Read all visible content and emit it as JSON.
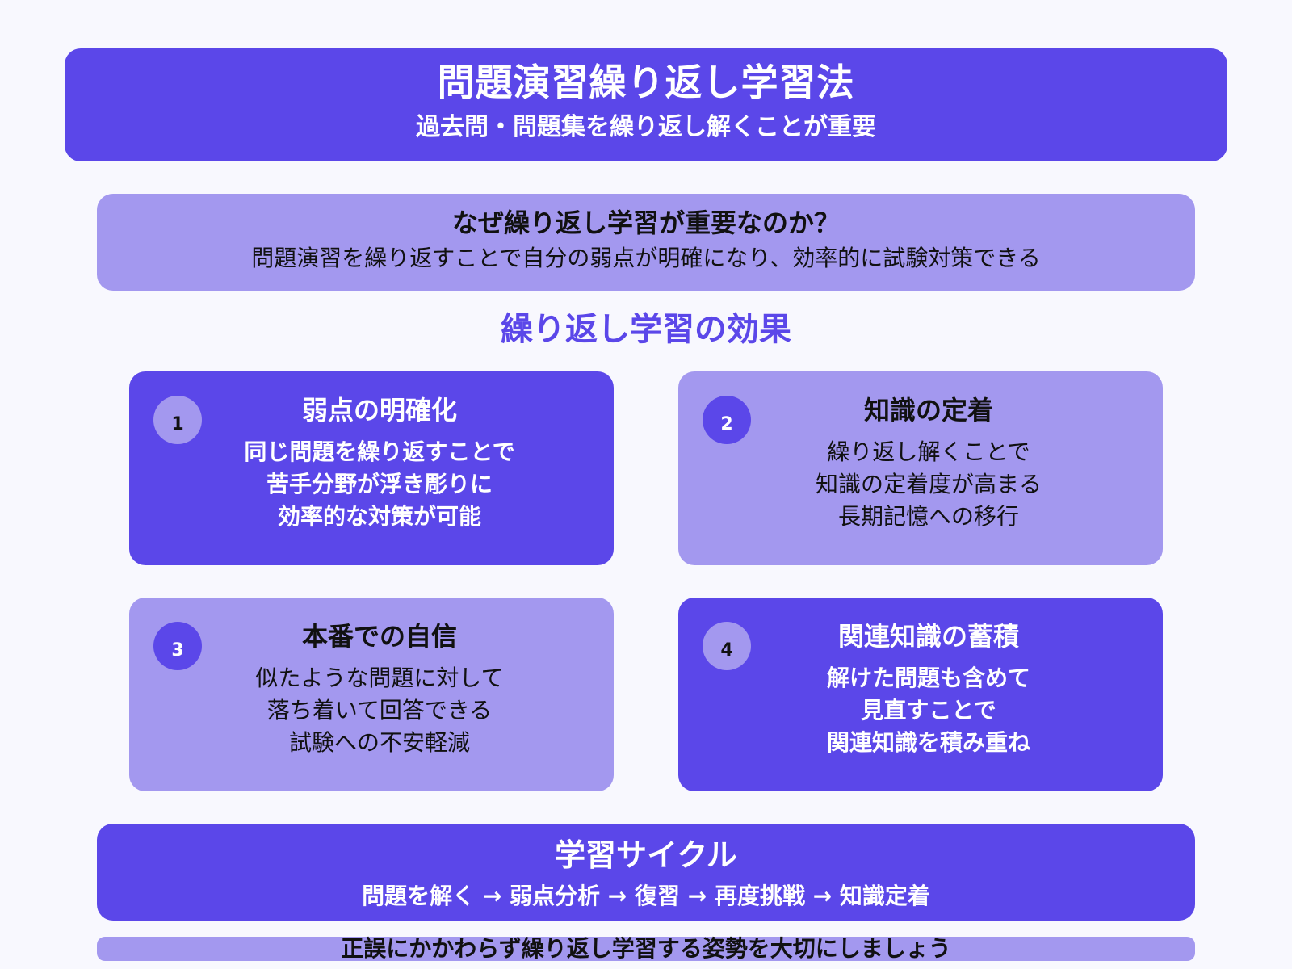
{
  "header": {
    "title": "問題演習繰り返し学習法",
    "subtitle": "過去問・問題集を繰り返し解くことが重要"
  },
  "why": {
    "title": "なぜ繰り返し学習が重要なのか？",
    "text": "問題演習を繰り返すことで自分の弱点が明確になり、効率的に試験対策できる"
  },
  "section": {
    "heading": "繰り返し学習の効果"
  },
  "cards": [
    {
      "number": "1",
      "title": "弱点の明確化",
      "lines": [
        "同じ問題を繰り返すことで",
        "苦手分野が浮き彫りに",
        "効率的な対策が可能"
      ]
    },
    {
      "number": "2",
      "title": "知識の定着",
      "lines": [
        "繰り返し解くことで",
        "知識の定着度が高まる",
        "長期記憶への移行"
      ]
    },
    {
      "number": "3",
      "title": "本番での自信",
      "lines": [
        "似たような問題に対して",
        "落ち着いて回答できる",
        "試験への不安軽減"
      ]
    },
    {
      "number": "4",
      "title": "関連知識の蓄積",
      "lines": [
        "解けた問題も含めて",
        "見直すことで",
        "関連知識を積み重ね"
      ]
    }
  ],
  "cycle": {
    "title": "学習サイクル",
    "flow": "問題を解く → 弱点分析 → 復習 → 再度挑戦 → 知識定着"
  },
  "footer": {
    "text": "正誤にかかわらず繰り返し学習する姿勢を大切にしましょう"
  },
  "colors": {
    "primary": "#5b47e9",
    "secondary": "#a398ef",
    "background": "#f8f8fe"
  }
}
